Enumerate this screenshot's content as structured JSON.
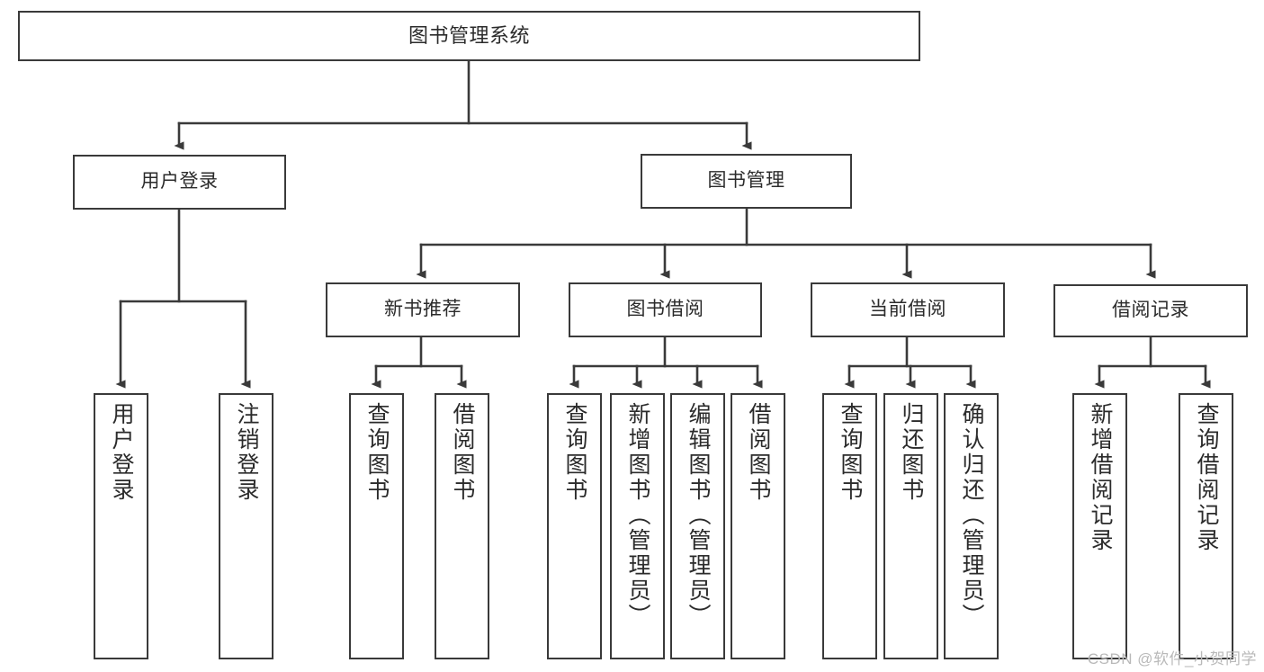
{
  "diagram": {
    "title": "图书管理系统",
    "background_color": "#ffffff",
    "line_color": "#3a3a3a",
    "box_fill": "#ffffff",
    "text_color": "#2b2b2b"
  },
  "root": {
    "label": "图书管理系统"
  },
  "level1": [
    {
      "label": "用户登录"
    },
    {
      "label": "图书管理"
    }
  ],
  "level2": [
    {
      "label": "新书推荐"
    },
    {
      "label": "图书借阅"
    },
    {
      "label": "当前借阅"
    },
    {
      "label": "借阅记录"
    }
  ],
  "leaves": {
    "user_login": [
      {
        "label": "用户登录"
      },
      {
        "label": "注销登录"
      }
    ],
    "new_book_recommend": [
      {
        "label": "查询图书"
      },
      {
        "label": "借阅图书"
      }
    ],
    "book_borrow": [
      {
        "label": "查询图书"
      },
      {
        "label": "新增图书（管理员）"
      },
      {
        "label": "编辑图书（管理员）"
      },
      {
        "label": "借阅图书"
      }
    ],
    "current_borrow": [
      {
        "label": "查询图书"
      },
      {
        "label": "归还图书"
      },
      {
        "label": "确认归还（管理员）"
      }
    ],
    "borrow_records": [
      {
        "label": "新增借阅记录"
      },
      {
        "label": "查询借阅记录"
      }
    ]
  },
  "watermark": {
    "text": "CSDN @软件_小贺同学"
  }
}
